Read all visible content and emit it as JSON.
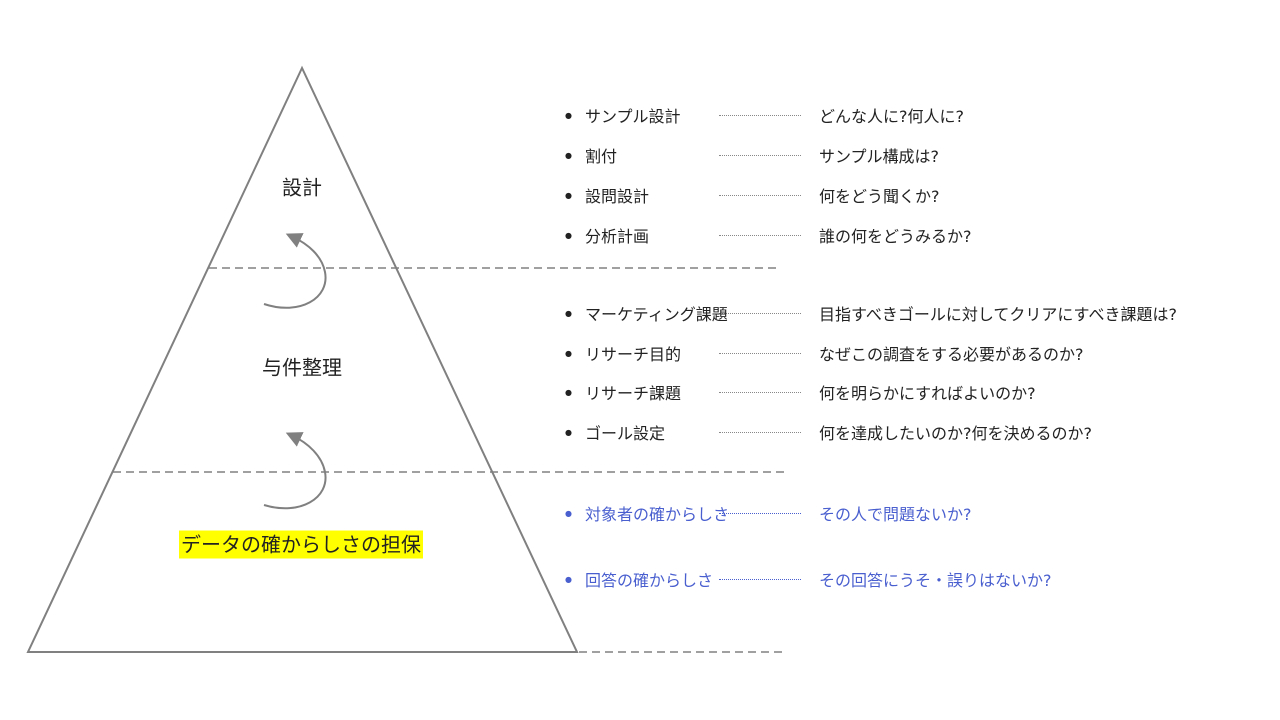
{
  "levels": [
    {
      "label": "設計"
    },
    {
      "label": "与件整理"
    },
    {
      "label": "データの確からしさの担保"
    }
  ],
  "colors": {
    "accent_blue": "#4a5fcf",
    "highlight": "#ffff00",
    "line": "#808080"
  },
  "rows": [
    {
      "item": "サンプル設計",
      "question": "どんな人に?何人に?"
    },
    {
      "item": "割付",
      "question": "サンプル構成は?"
    },
    {
      "item": "設問設計",
      "question": "何をどう聞くか?"
    },
    {
      "item": "分析計画",
      "question": "誰の何をどうみるか?"
    },
    {
      "item": "マーケティング課題",
      "question": "目指すべきゴールに対してクリアにすべき課題は?"
    },
    {
      "item": "リサーチ目的",
      "question": "なぜこの調査をする必要があるのか?"
    },
    {
      "item": "リサーチ課題",
      "question": "何を明らかにすればよいのか?"
    },
    {
      "item": "ゴール設定",
      "question": "何を達成したいのか?何を決めるのか?"
    },
    {
      "item": "対象者の確からしさ",
      "question": "その人で問題ないか?"
    },
    {
      "item": "回答の確からしさ",
      "question": "その回答にうそ・誤りはないか?"
    }
  ]
}
